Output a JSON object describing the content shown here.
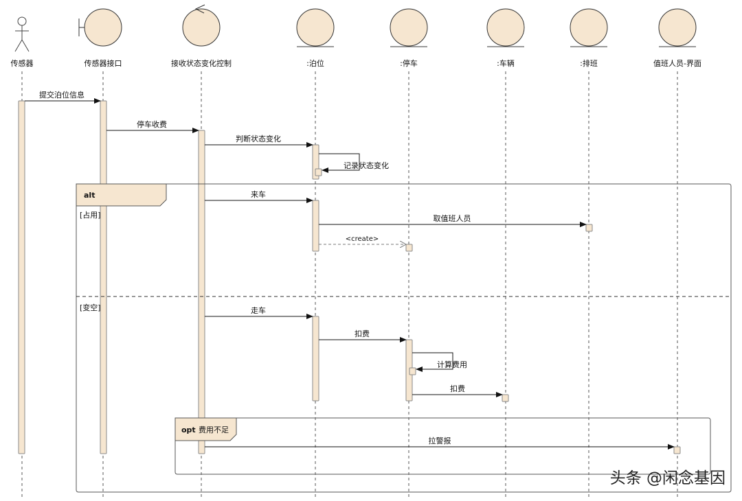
{
  "participants": [
    {
      "id": "p1",
      "label": "传感器",
      "kind": "actor"
    },
    {
      "id": "p2",
      "label": "传感器接口",
      "kind": "boundary"
    },
    {
      "id": "p3",
      "label": "接收状态变化控制",
      "kind": "control"
    },
    {
      "id": "p4",
      "label": ":泊位",
      "kind": "entity"
    },
    {
      "id": "p5",
      "label": ":停车",
      "kind": "entity"
    },
    {
      "id": "p6",
      "label": ":车辆",
      "kind": "entity"
    },
    {
      "id": "p7",
      "label": ":排班",
      "kind": "entity"
    },
    {
      "id": "p8",
      "label": "值班人员-界面",
      "kind": "entity"
    }
  ],
  "messages": [
    {
      "id": "m1",
      "from": "p1",
      "to": "p2",
      "label": "提交泊位信息",
      "style": "sync"
    },
    {
      "id": "m2",
      "from": "p2",
      "to": "p3",
      "label": "停车收费",
      "style": "sync"
    },
    {
      "id": "m3",
      "from": "p3",
      "to": "p4",
      "label": "判断状态变化",
      "style": "sync"
    },
    {
      "id": "m4",
      "from": "p4",
      "to": "p4",
      "label": "记录状态变化",
      "style": "self"
    },
    {
      "id": "m5",
      "from": "p3",
      "to": "p4",
      "label": "来车",
      "style": "sync"
    },
    {
      "id": "m6",
      "from": "p4",
      "to": "p7",
      "label": "取值班人员",
      "style": "sync"
    },
    {
      "id": "m7",
      "from": "p4",
      "to": "p5",
      "label": "<create>",
      "style": "create"
    },
    {
      "id": "m8",
      "from": "p3",
      "to": "p4",
      "label": "走车",
      "style": "sync"
    },
    {
      "id": "m9",
      "from": "p4",
      "to": "p5",
      "label": "扣费",
      "style": "sync"
    },
    {
      "id": "m10",
      "from": "p5",
      "to": "p5",
      "label": "计算费用",
      "style": "self"
    },
    {
      "id": "m11",
      "from": "p5",
      "to": "p6",
      "label": "扣费",
      "style": "sync"
    },
    {
      "id": "m12",
      "from": "p3",
      "to": "p8",
      "label": "拉警报",
      "style": "sync"
    }
  ],
  "fragments": {
    "alt": {
      "operator": "alt",
      "guards": [
        "[占用]",
        "[变空]"
      ]
    },
    "opt": {
      "operator": "opt",
      "condition": "费用不足"
    }
  },
  "watermark": "头条 @闲念基因",
  "colors": {
    "fill": "#f6e6d0",
    "line": "#111111"
  }
}
